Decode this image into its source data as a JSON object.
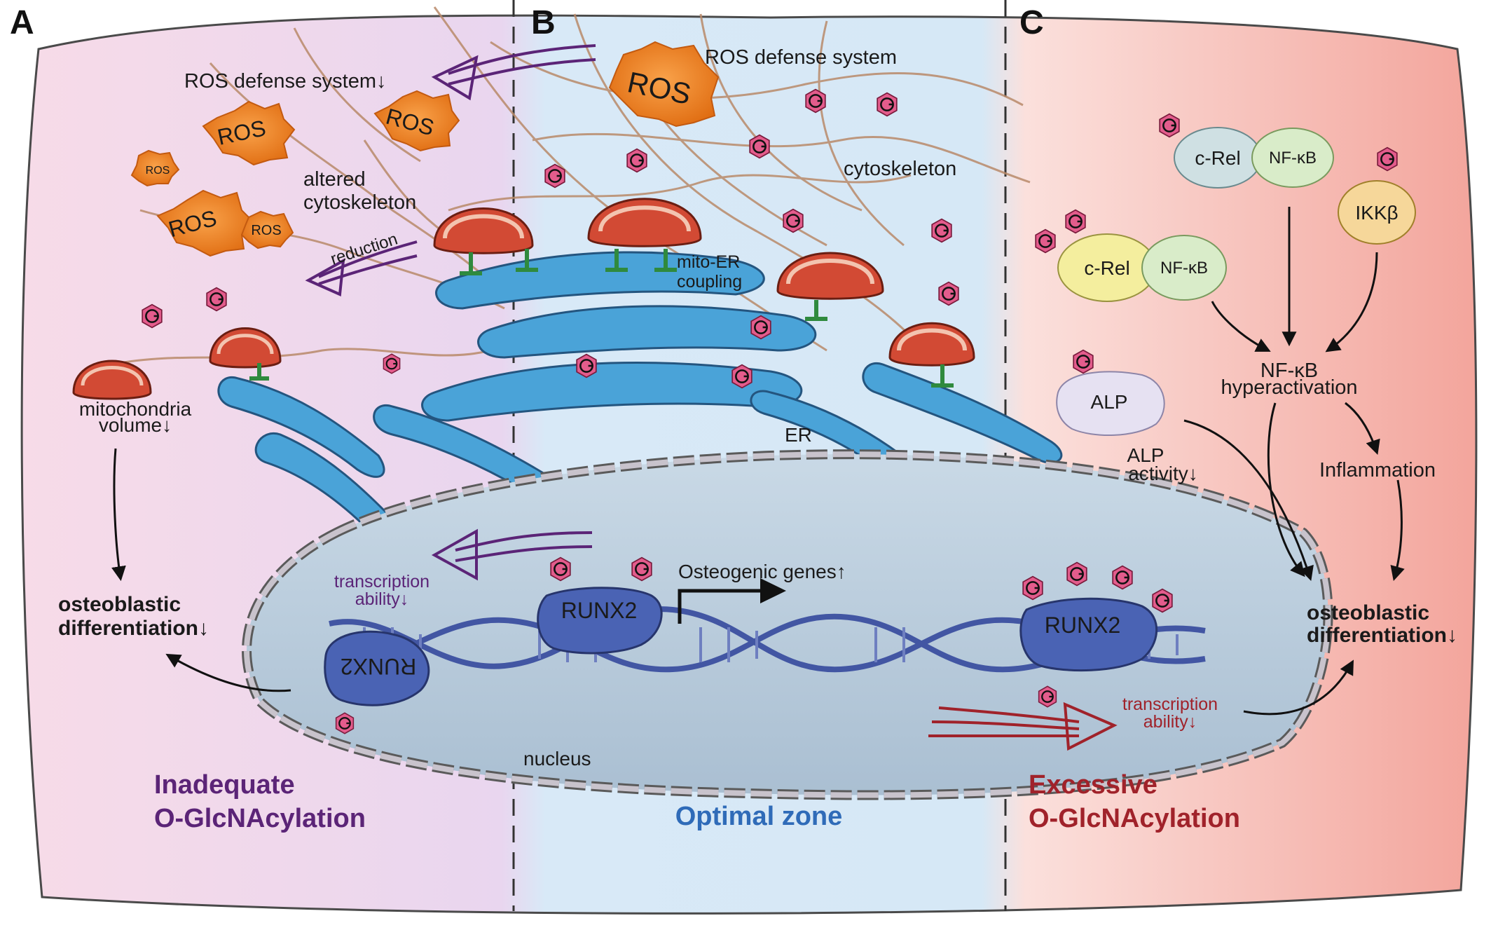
{
  "panels": {
    "a": "A",
    "b": "B",
    "c": "C"
  },
  "left": {
    "ros_defense": "ROS defense system↓",
    "ros": "ROS",
    "altered_1": "altered",
    "altered_2": "cytoskeleton",
    "reduction": "reduction",
    "mito_1": "mitochondria",
    "mito_2": "volume↓",
    "diff_1": "osteoblastic",
    "diff_2": "differentiation↓",
    "transcription_1": "transcription",
    "transcription_2": "ability↓",
    "runx2": "RUNX2",
    "zone_1": "Inadequate",
    "zone_2": "O-GlcNAcylation"
  },
  "middle": {
    "ros_defense": "ROS defense system",
    "ros": "ROS",
    "cytoskeleton": "cytoskeleton",
    "mito_er_1": "mito-ER",
    "mito_er_2": "coupling",
    "er": "ER",
    "runx2": "RUNX2",
    "genes": "Osteogenic genes↑",
    "nucleus": "nucleus",
    "zone": "Optimal zone"
  },
  "right": {
    "crel": "c-Rel",
    "nfkb": "NF-κB",
    "ikkb": "IKKβ",
    "hyper_1": "NF-κB",
    "hyper_2": "hyperactivation",
    "alp": "ALP",
    "alp_act_1": "ALP",
    "alp_act_2": "activity↓",
    "inflammation": "Inflammation",
    "diff_1": "osteoblastic",
    "diff_2": "differentiation↓",
    "runx2": "RUNX2",
    "transcription_1": "transcription",
    "transcription_2": "ability↓",
    "zone_1": "Excessive",
    "zone_2": "O-GlcNAcylation"
  },
  "glyco_label": "G",
  "colors": {
    "inadequate": "#5b2477",
    "optimal": "#2f6bb8",
    "excessive": "#a0222a",
    "ros": "#f08a2a",
    "er": "#4aa3d8",
    "mito": "#d24a34",
    "runx2": "#4a63b4",
    "glyco": "#e35c8c"
  }
}
